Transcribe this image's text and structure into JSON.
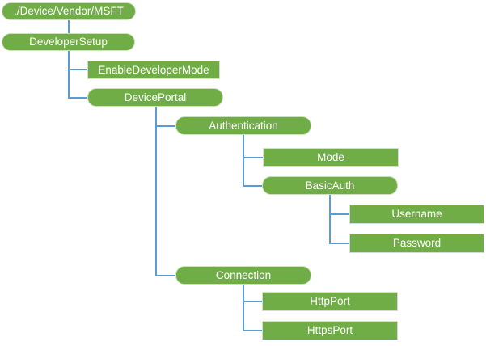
{
  "diagram": {
    "type": "tree",
    "root_label": "./Device/Vendor/MSFT"
  },
  "nodes": [
    {
      "label": "./Device/Vendor/MSFT",
      "shape": "pill",
      "parent": null
    },
    {
      "label": "DeveloperSetup",
      "shape": "pill",
      "parent": "./Device/Vendor/MSFT"
    },
    {
      "label": "EnableDeveloperMode",
      "shape": "rect",
      "parent": "DeveloperSetup"
    },
    {
      "label": "DevicePortal",
      "shape": "pill",
      "parent": "DeveloperSetup"
    },
    {
      "label": "Authentication",
      "shape": "pill",
      "parent": "DevicePortal"
    },
    {
      "label": "Mode",
      "shape": "rect",
      "parent": "Authentication"
    },
    {
      "label": "BasicAuth",
      "shape": "pill",
      "parent": "Authentication"
    },
    {
      "label": "Username",
      "shape": "rect",
      "parent": "BasicAuth"
    },
    {
      "label": "Password",
      "shape": "rect",
      "parent": "BasicAuth"
    },
    {
      "label": "Connection",
      "shape": "pill",
      "parent": "DevicePortal"
    },
    {
      "label": "HttpPort",
      "shape": "rect",
      "parent": "Connection"
    },
    {
      "label": "HttpsPort",
      "shape": "rect",
      "parent": "Connection"
    }
  ],
  "colors": {
    "node_fill": "#70AD47",
    "node_text": "#FFFFFF",
    "connector": "#5B9BD5",
    "pill_border": "#CFE0BC",
    "rect_border": "#D9D9D9",
    "background": "#FFFFFF"
  }
}
